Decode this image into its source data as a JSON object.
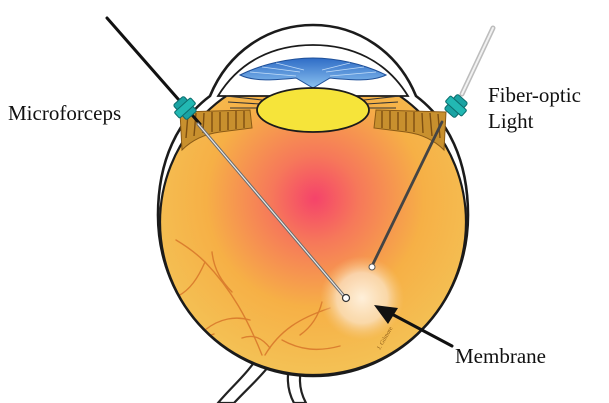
{
  "labels": {
    "microforceps": "Microforceps",
    "fiber_optic_line1": "Fiber-optic",
    "fiber_optic_line2": "Light",
    "membrane": "Membrane"
  },
  "colors": {
    "port": "#1aa3a3",
    "lens": "#f4e23b",
    "cornea": "#3d7fd0",
    "retina_glow": "#f24a6a",
    "vitreous": "#f7c24a",
    "ciliary": "#c58a2a",
    "membrane": "#fbe3c6"
  },
  "signature": "J. Gilmore"
}
